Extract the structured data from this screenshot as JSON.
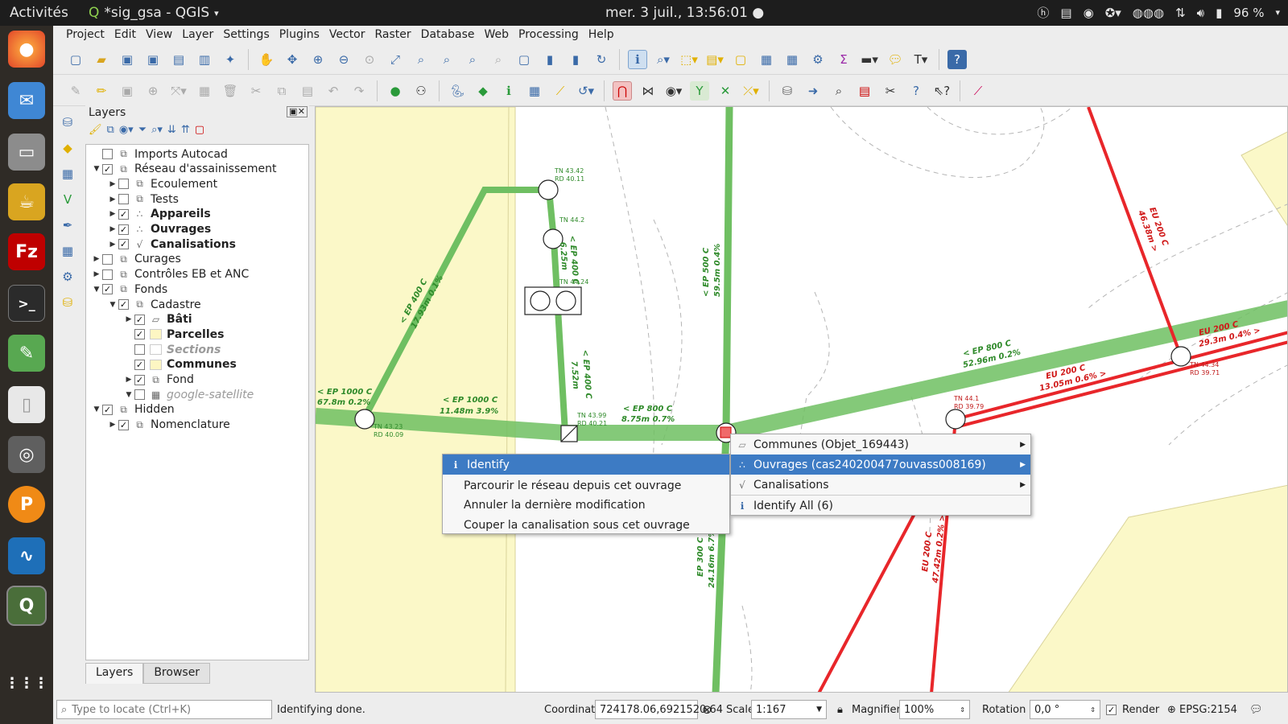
{
  "topbar": {
    "activities": "Activités",
    "app_title": "*sig_gsa - QGIS",
    "clock": "mer. 3 juil., 13:56:01",
    "battery": "96 %"
  },
  "dock": {
    "items": [
      "firefox-icon",
      "thunderbird-icon",
      "files-icon",
      "teapot-icon",
      "filezilla-icon",
      "terminal-icon",
      "gedit-icon",
      "document-icon",
      "camera-icon",
      "p-app-icon",
      "monitor-icon",
      "qgis-icon",
      "apps-grid-icon"
    ]
  },
  "menubar": [
    "Project",
    "Edit",
    "View",
    "Layer",
    "Settings",
    "Plugins",
    "Vector",
    "Raster",
    "Database",
    "Web",
    "Processing",
    "Help"
  ],
  "layers_panel": {
    "title": "Layers",
    "tabs": [
      "Layers",
      "Browser"
    ],
    "tree": [
      {
        "label": "Imports Autocad",
        "checked": false
      },
      {
        "label": "Réseau d'assainissement",
        "checked": true
      },
      {
        "label": "Ecoulement",
        "checked": false
      },
      {
        "label": "Tests",
        "checked": false
      },
      {
        "label": "Appareils",
        "checked": true
      },
      {
        "label": "Ouvrages",
        "checked": true
      },
      {
        "label": "Canalisations",
        "checked": true
      },
      {
        "label": "Curages",
        "checked": false
      },
      {
        "label": "Contrôles EB et ANC",
        "checked": false
      },
      {
        "label": "Fonds",
        "checked": true
      },
      {
        "label": "Cadastre",
        "checked": true
      },
      {
        "label": "Bâti",
        "checked": true
      },
      {
        "label": "Parcelles",
        "checked": true
      },
      {
        "label": "Sections",
        "checked": false
      },
      {
        "label": "Communes",
        "checked": true
      },
      {
        "label": "Fond",
        "checked": true
      },
      {
        "label": "google-satellite",
        "checked": false
      },
      {
        "label": "Hidden",
        "checked": true
      },
      {
        "label": "Nomenclature",
        "checked": true
      }
    ]
  },
  "map_labels": {
    "ep1000a": "< EP 1000 C",
    "ep1000a2": "67.8m 0.2%",
    "ep1000b": "< EP 1000 C",
    "ep1000b2": "11.48m 3.9%",
    "ep800a": "< EP 800 C",
    "ep800a2": "8.75m 0.7%",
    "ep800b": "< EP 800 C",
    "ep800b2": "52.96m 0.2%",
    "ep400a": "< EP 400 C",
    "ep400a2": "17.93m 0.1%",
    "ep400b": "< EP 400 C",
    "ep400b2": "6.25m",
    "ep400c": "< EP 400 C",
    "ep400c2": "7.52m",
    "ep500": "< EP 500 C",
    "ep5002": "59.5m 0.4%",
    "ep300": "EP 300 C",
    "ep3002": "24.16m 6.7%",
    "eu200a": "EU 200 C",
    "eu200a2": "46.38m >",
    "eu200b": "EU 200 C",
    "eu200b2": "29.3m 0.4% >",
    "eu200c": "EU 200 C",
    "eu200c2": "13.05m 0.6% >",
    "eu200d": "EU 200 C",
    "eu200d2": "47.42m 0.2% >",
    "n1a": "TN 43.42",
    "n1b": "RD 40.11",
    "n2a": "TN 44.2",
    "n3a": "TN 44.24",
    "n4a": "TN 43.23",
    "n4b": "RD 40.09",
    "n5a": "TN 43.99",
    "n5b": "RD 40.21",
    "n6a": "TN 44.1",
    "n6b": "RD 39.79",
    "n7a": "TN 44.34",
    "n7b": "RD 39.71"
  },
  "context_menu": {
    "items": [
      "Identify",
      "Parcourir le réseau depuis cet ouvrage",
      "Annuler la dernière modification",
      "Couper la canalisation sous cet ouvrage"
    ]
  },
  "identify_submenu": {
    "items": [
      "Communes (Objet_169443)",
      "Ouvrages (cas240200477ouvass008169)",
      "Canalisations",
      "Identify All (6)"
    ]
  },
  "statusbar": {
    "locate_placeholder": "Type to locate (Ctrl+K)",
    "message": "Identifying done.",
    "coordinate_label": "Coordinate",
    "coordinate_value": "724178.06,6921520.64",
    "scale_label": "Scale",
    "scale_value": "1:167",
    "magnifier_label": "Magnifier",
    "magnifier_value": "100%",
    "rotation_label": "Rotation",
    "rotation_value": "0,0 °",
    "render_label": "Render",
    "crs": "EPSG:2154"
  },
  "colors": {
    "ep_green": "#6fbf62",
    "eu_red": "#e8262a",
    "menu_select": "#3d7bc4",
    "parcel_yellow": "#fbf8c8"
  }
}
